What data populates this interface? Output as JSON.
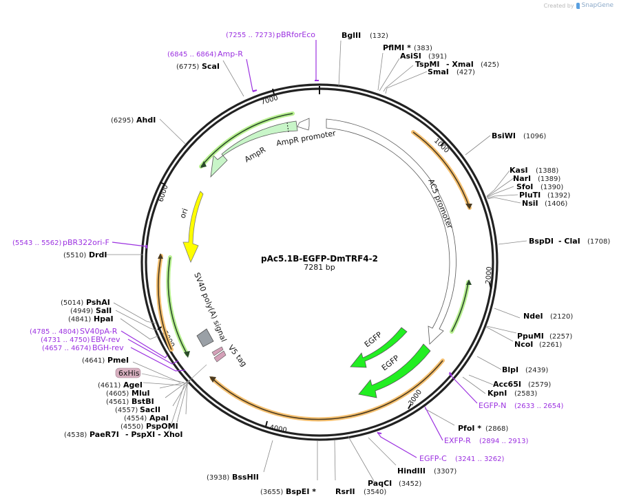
{
  "credit": {
    "prefix": "Created by",
    "brand": "SnapGene"
  },
  "plasmid": {
    "name": "pAc5.1B-EGFP-DmTRF4-2",
    "length_label": "7281 bp",
    "length": 7281
  },
  "ticks": [
    "1000",
    "2000",
    "3000",
    "4000",
    "5000",
    "6000",
    "7000"
  ],
  "features": {
    "ampr": "AmpR",
    "ampr_promoter": "AmpR promoter",
    "ori": "ori",
    "ac5_promoter": "AC5 promoter",
    "egfp_1": "EGFP",
    "egfp_2": "EGFP",
    "sv40": "SV40 poly(A) signal",
    "v5": "V5 tag",
    "his": "6xHis"
  },
  "enzymes": [
    {
      "name": "BglII",
      "pos": "(132)"
    },
    {
      "name": "PflMI *",
      "pos": "(383)"
    },
    {
      "name": "AsiSI",
      "pos": "(391)"
    },
    {
      "name": "TspMI",
      "extra": "- XmaI",
      "pos": "(425)"
    },
    {
      "name": "SmaI",
      "pos": "(427)"
    },
    {
      "name": "BsiWI",
      "pos": "(1096)"
    },
    {
      "name": "KasI",
      "pos": "(1388)"
    },
    {
      "name": "NarI",
      "pos": "(1389)"
    },
    {
      "name": "SfoI",
      "pos": "(1390)"
    },
    {
      "name": "PluTI",
      "pos": "(1392)"
    },
    {
      "name": "NsiI",
      "pos": "(1406)"
    },
    {
      "name": "BspDI",
      "extra": "- ClaI",
      "pos": "(1708)"
    },
    {
      "name": "NdeI",
      "pos": "(2120)"
    },
    {
      "name": "PpuMI",
      "pos": "(2257)"
    },
    {
      "name": "NcoI",
      "pos": "(2261)"
    },
    {
      "name": "BlpI",
      "pos": "(2439)"
    },
    {
      "name": "Acc65I",
      "pos": "(2579)"
    },
    {
      "name": "KpnI",
      "pos": "(2583)"
    },
    {
      "name": "PfoI *",
      "pos": "(2868)"
    },
    {
      "name": "HindIII",
      "pos": "(3307)"
    },
    {
      "name": "PaqCI",
      "pos": "(3452)"
    },
    {
      "name": "RsrII",
      "pos": "(3540)"
    },
    {
      "name": "BspEI *",
      "pos": "(3655)"
    },
    {
      "name": "BssHII",
      "pos": "(3938)"
    },
    {
      "name": "PaeR7I",
      "extra": "- PspXI   - XhoI",
      "pos": "(4538)"
    },
    {
      "name": "PspOMI",
      "pos": "(4550)"
    },
    {
      "name": "ApaI",
      "pos": "(4554)"
    },
    {
      "name": "SacII",
      "pos": "(4557)"
    },
    {
      "name": "BstBI",
      "pos": "(4561)"
    },
    {
      "name": "MluI",
      "pos": "(4605)"
    },
    {
      "name": "AgeI",
      "pos": "(4611)"
    },
    {
      "name": "PmeI",
      "pos": "(4641)"
    },
    {
      "name": "HpaI",
      "pos": "(4841)"
    },
    {
      "name": "SalI",
      "pos": "(4949)"
    },
    {
      "name": "PshAI",
      "pos": "(5014)"
    },
    {
      "name": "DrdI",
      "pos": "(5510)"
    },
    {
      "name": "AhdI",
      "pos": "(6295)"
    },
    {
      "name": "ScaI",
      "pos": "(6775)"
    }
  ],
  "primers": [
    {
      "name": "pBRforEco",
      "range": "(7255 .. 7273)"
    },
    {
      "name": "Amp-R",
      "range": "(6845 .. 6864)"
    },
    {
      "name": "pBR322ori-F",
      "range": "(5543 .. 5562)"
    },
    {
      "name": "SV40pA-R",
      "range": "(4785 .. 4804)"
    },
    {
      "name": "EBV-rev",
      "range": "(4731 .. 4750)"
    },
    {
      "name": "BGH-rev",
      "range": "(4657 .. 4674)"
    },
    {
      "name": "EGFP-N",
      "range": "(2633 .. 2654)"
    },
    {
      "name": "EXFP-R",
      "range": "(2894 .. 2913)"
    },
    {
      "name": "EGFP-C",
      "range": "(3241 .. 3262)"
    }
  ],
  "colors": {
    "backbone": "#222222",
    "primer": "#9b30e0",
    "ampr_fill": "#c8f5c8",
    "ori_fill": "#ffff00",
    "egfp_fill": "#22ee22",
    "orf_orange": "#f5c070",
    "orf_green": "#b8f090",
    "polya_fill": "#9aa0a6",
    "v5_fill": "#d4a0b8",
    "his_fill": "#d8b0c0"
  }
}
